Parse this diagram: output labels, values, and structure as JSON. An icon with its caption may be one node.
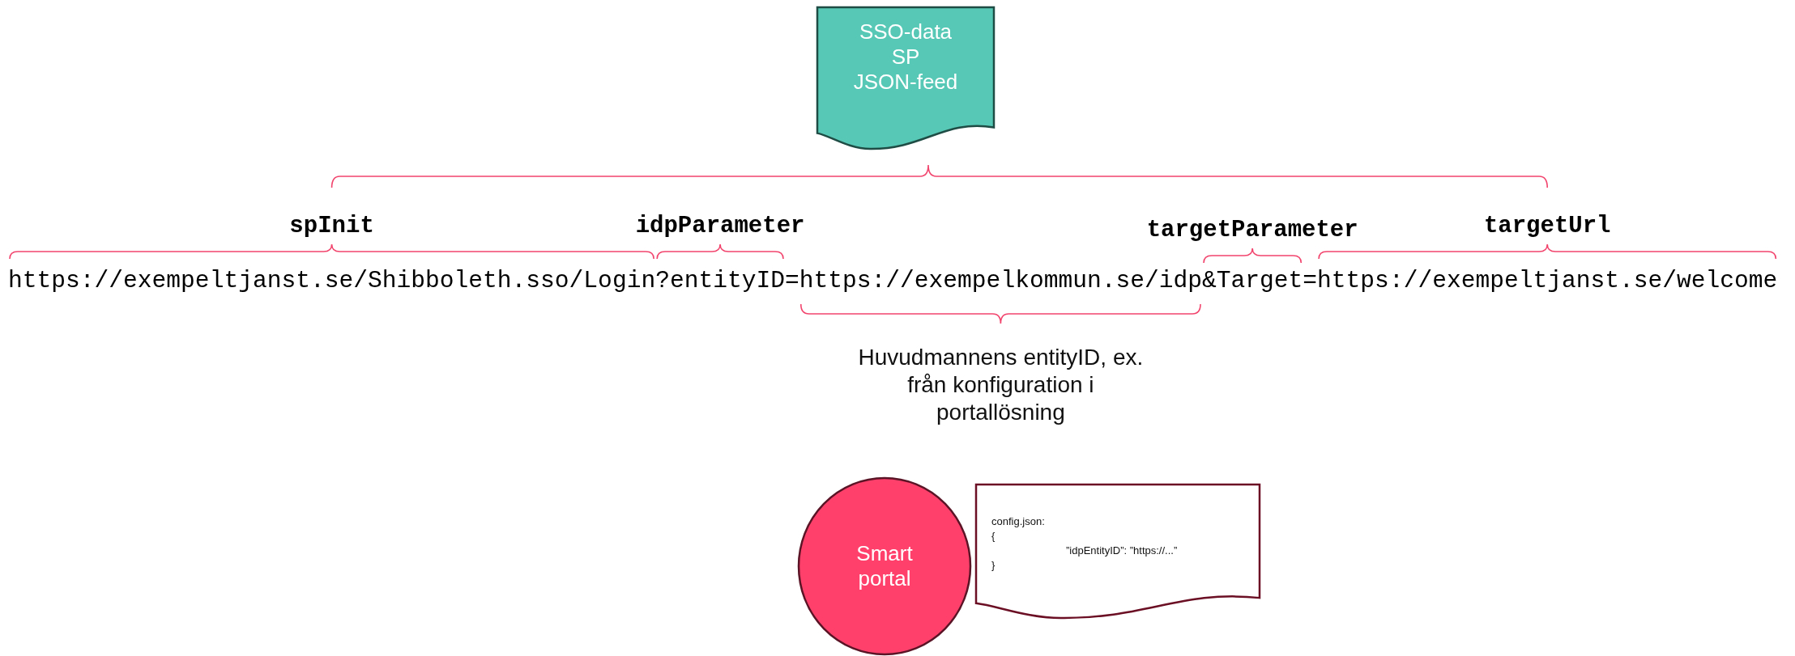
{
  "diagram": {
    "nodes": [
      {
        "text": [
          "SSO-data",
          "SP",
          "JSON-feed"
        ]
      },
      {
        "text": [
          "Smart",
          "portal"
        ]
      },
      {
        "text": [
          "config.json:",
          "{",
          "”idpEntityID”: ”https://...”",
          "}"
        ]
      }
    ],
    "labels": [
      "spInit",
      "idpParameter",
      "targetParameter",
      "targetUrl",
      "https://exempeltjanst.se/Shibboleth.sso/Login?entityID=https://exempelkommun.se/idp&Target=https://exempeltjanst.se/welcome",
      "Huvudmannens entityID, ex. från konfiguration i portallösning"
    ]
  }
}
